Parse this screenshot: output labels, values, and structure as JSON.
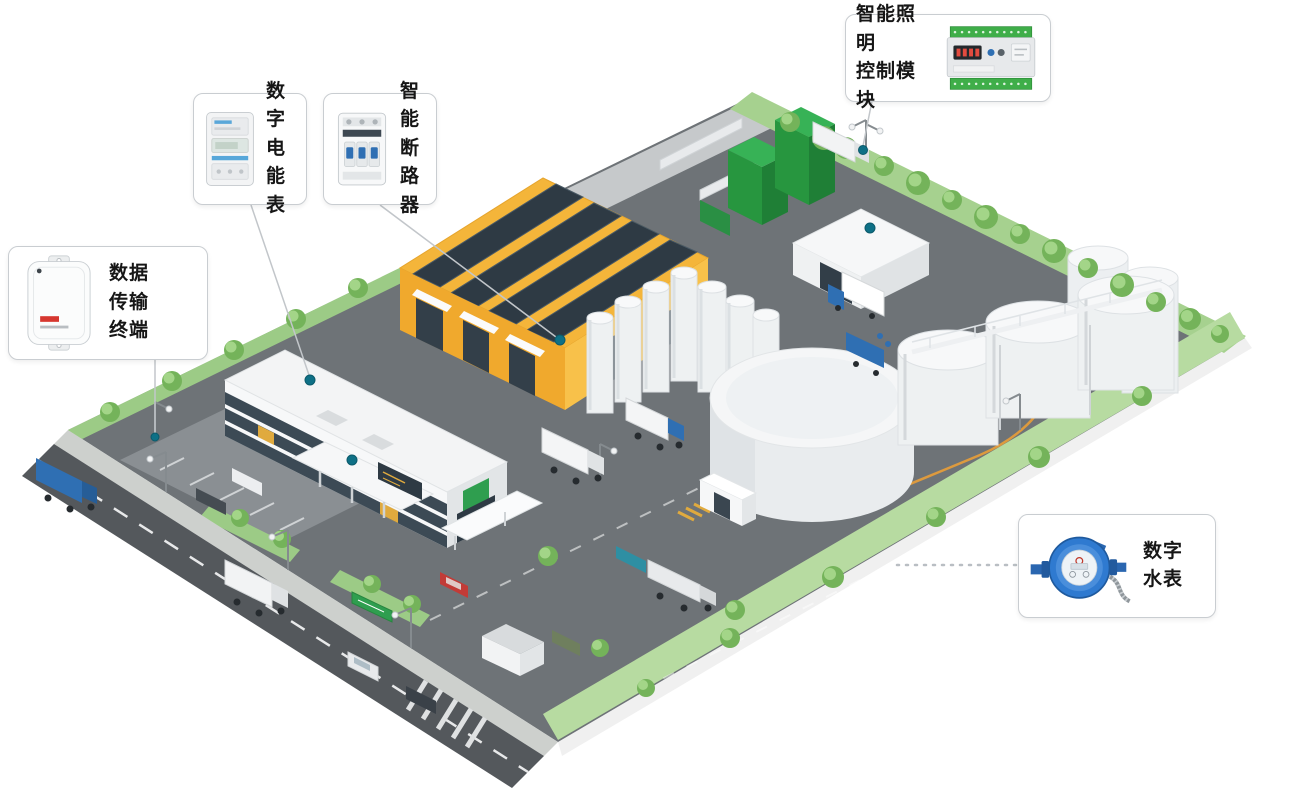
{
  "callouts": {
    "energy_meter": {
      "label": "数字\n电能\n表"
    },
    "circuit_breaker": {
      "label": "智能\n断路\n器"
    },
    "lighting_module": {
      "label": "智能照明\n控制模块"
    },
    "data_terminal": {
      "label": "数据\n传输\n终端"
    },
    "water_meter": {
      "label": "数字\n水表"
    }
  },
  "scene": {
    "kind": "isometric industrial park illustration",
    "elements": [
      "yellow factory hall with dark rooftop solar strips",
      "white office building with window bands and entrance canopy",
      "white silo group",
      "large round storage tank",
      "tank farm with elevated walkway",
      "white garage building with truck",
      "green conveyor towers",
      "perimeter road with vehicles and crosswalk",
      "lawns, trees and street lights"
    ],
    "connection_dot_color": "#0e7086",
    "connector_line_color": "#c2c6ca"
  },
  "colors": {
    "factory_yellow": "#f2b233",
    "roof_panel_dark": "#2e3a44",
    "lawn_green": "#a6d18f",
    "asphalt_gray": "#6e7377",
    "device_blue": "#2f7ad0",
    "terminal_green": "#3fae49",
    "callout_border": "#c9cdd1"
  }
}
